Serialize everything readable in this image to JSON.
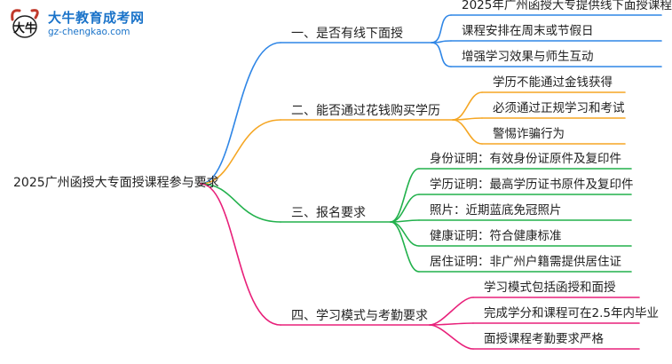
{
  "logo": {
    "title": "大牛教育成考网",
    "url": "gz-chengkao.com",
    "mark_text": "大牛"
  },
  "root": {
    "label": "2025广州函授大专面授课程参与要求"
  },
  "branches": [
    {
      "label": "一、是否有线下面授",
      "color": "#2f86e6",
      "leaves": [
        "2025年广州函授大专提供线下面授课程",
        "课程安排在周末或节假日",
        "增强学习效果与师生互动"
      ]
    },
    {
      "label": "二、能否通过花钱购买学历",
      "color": "#f5a623",
      "leaves": [
        "学历不能通过金钱获得",
        "必须通过正规学习和考试",
        "警惕诈骗行为"
      ]
    },
    {
      "label": "三、报名要求",
      "color": "#22b14c",
      "leaves": [
        "身份证明：有效身份证原件及复印件",
        "学历证明：最高学历证书原件及复印件",
        "照片：近期蓝底免冠照片",
        "健康证明：符合健康标准",
        "居住证明：非广州户籍需提供居住证"
      ]
    },
    {
      "label": "四、学习模式与考勤要求",
      "color": "#e8207a",
      "leaves": [
        "学习模式包括函授和面授",
        "完成学分和课程可在2.5年内毕业",
        "面授课程考勤要求严格"
      ]
    }
  ]
}
